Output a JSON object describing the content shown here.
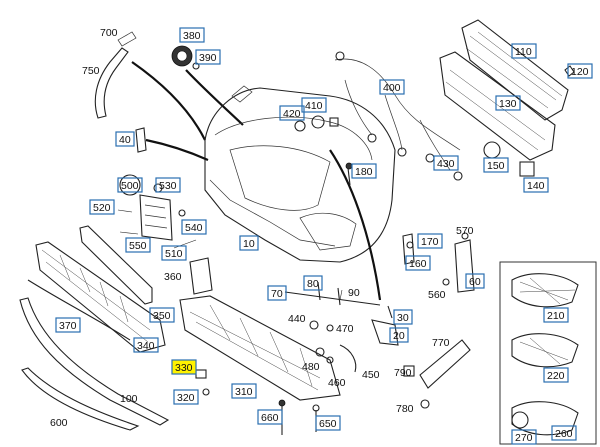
{
  "boxed_labels": [
    {
      "id": "110",
      "text": "110"
    },
    {
      "id": "120",
      "text": "120"
    },
    {
      "id": "130",
      "text": "130"
    },
    {
      "id": "140",
      "text": "140"
    },
    {
      "id": "150",
      "text": "150"
    },
    {
      "id": "160",
      "text": "160"
    },
    {
      "id": "170",
      "text": "170"
    },
    {
      "id": "180",
      "text": "180"
    },
    {
      "id": "10",
      "text": "10"
    },
    {
      "id": "20",
      "text": "20"
    },
    {
      "id": "30",
      "text": "30"
    },
    {
      "id": "40",
      "text": "40"
    },
    {
      "id": "60",
      "text": "60"
    },
    {
      "id": "70",
      "text": "70"
    },
    {
      "id": "80",
      "text": "80"
    },
    {
      "id": "210",
      "text": "210"
    },
    {
      "id": "220",
      "text": "220"
    },
    {
      "id": "260",
      "text": "260"
    },
    {
      "id": "270",
      "text": "270"
    },
    {
      "id": "310",
      "text": "310"
    },
    {
      "id": "320",
      "text": "320"
    },
    {
      "id": "330",
      "text": "330"
    },
    {
      "id": "340",
      "text": "340"
    },
    {
      "id": "350",
      "text": "350"
    },
    {
      "id": "370",
      "text": "370"
    },
    {
      "id": "380",
      "text": "380"
    },
    {
      "id": "390",
      "text": "390"
    },
    {
      "id": "400",
      "text": "400"
    },
    {
      "id": "410",
      "text": "410"
    },
    {
      "id": "420",
      "text": "420"
    },
    {
      "id": "430",
      "text": "430"
    },
    {
      "id": "500",
      "text": "500"
    },
    {
      "id": "510",
      "text": "510"
    },
    {
      "id": "520",
      "text": "520"
    },
    {
      "id": "530",
      "text": "530"
    },
    {
      "id": "540",
      "text": "540"
    },
    {
      "id": "550",
      "text": "550"
    },
    {
      "id": "650",
      "text": "650"
    },
    {
      "id": "660",
      "text": "660"
    }
  ],
  "plain_labels": [
    {
      "id": "100",
      "text": "100"
    },
    {
      "id": "360",
      "text": "360"
    },
    {
      "id": "440",
      "text": "440"
    },
    {
      "id": "450",
      "text": "450"
    },
    {
      "id": "460",
      "text": "460"
    },
    {
      "id": "470",
      "text": "470"
    },
    {
      "id": "480",
      "text": "480"
    },
    {
      "id": "560",
      "text": "560"
    },
    {
      "id": "570",
      "text": "570"
    },
    {
      "id": "600",
      "text": "600"
    },
    {
      "id": "700",
      "text": "700"
    },
    {
      "id": "750",
      "text": "750"
    },
    {
      "id": "770",
      "text": "770"
    },
    {
      "id": "780",
      "text": "780"
    },
    {
      "id": "790",
      "text": "790"
    },
    {
      "id": "90",
      "text": "90"
    }
  ],
  "highlighted_label": "330",
  "colors": {
    "label_border": "#2a6fb0",
    "highlight": "#fff200",
    "line": "#222222"
  }
}
